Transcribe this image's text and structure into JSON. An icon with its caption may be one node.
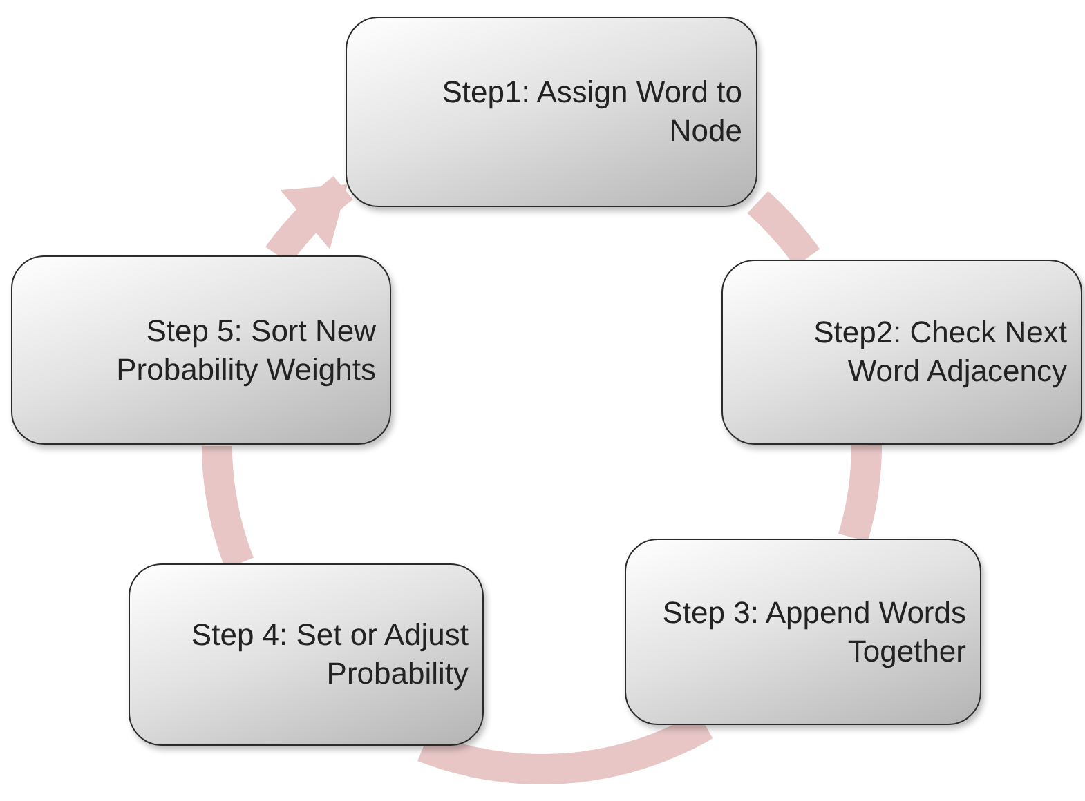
{
  "diagram": {
    "nodes": [
      {
        "text": [
          "Step1: Assign Word to Node"
        ]
      },
      {
        "text": [
          "Step2: Check Next Word Adjacency"
        ]
      },
      {
        "text": [
          "Step 3: Append Words Together"
        ]
      },
      {
        "text": [
          "Step 4: Set or Adjust Probability"
        ]
      },
      {
        "text": [
          "Step 5: Sort New Probability Weights"
        ]
      }
    ],
    "edges": [
      {
        "from": 0,
        "to": 1,
        "arrow": "none",
        "color": "#e8c6c6"
      },
      {
        "from": 1,
        "to": 2,
        "arrow": "none",
        "color": "#e8c6c6"
      },
      {
        "from": 2,
        "to": 3,
        "arrow": "none",
        "color": "#e8c6c6"
      },
      {
        "from": 3,
        "to": 4,
        "arrow": "none",
        "color": "#e8c6c6"
      },
      {
        "from": 4,
        "to": 0,
        "arrow": "to",
        "color": "#e8c6c6"
      }
    ]
  }
}
